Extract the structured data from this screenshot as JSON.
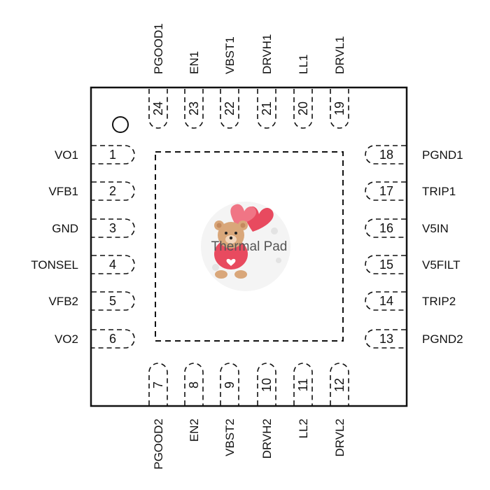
{
  "package": {
    "thermal_pad_label": "Thermal Pad"
  },
  "pins": {
    "left": [
      {
        "num": "1",
        "name": "VO1"
      },
      {
        "num": "2",
        "name": "VFB1"
      },
      {
        "num": "3",
        "name": "GND"
      },
      {
        "num": "4",
        "name": "TONSEL"
      },
      {
        "num": "5",
        "name": "VFB2"
      },
      {
        "num": "6",
        "name": "VO2"
      }
    ],
    "bottom": [
      {
        "num": "7",
        "name": "PGOOD2"
      },
      {
        "num": "8",
        "name": "EN2"
      },
      {
        "num": "9",
        "name": "VBST2"
      },
      {
        "num": "10",
        "name": "DRVH2"
      },
      {
        "num": "11",
        "name": "LL2"
      },
      {
        "num": "12",
        "name": "DRVL2"
      }
    ],
    "right": [
      {
        "num": "13",
        "name": "PGND2"
      },
      {
        "num": "14",
        "name": "TRIP2"
      },
      {
        "num": "15",
        "name": "V5FILT"
      },
      {
        "num": "16",
        "name": "V5IN"
      },
      {
        "num": "17",
        "name": "TRIP1"
      },
      {
        "num": "18",
        "name": "PGND1"
      }
    ],
    "top": [
      {
        "num": "19",
        "name": "DRVL1"
      },
      {
        "num": "20",
        "name": "LL1"
      },
      {
        "num": "21",
        "name": "DRVH1"
      },
      {
        "num": "22",
        "name": "VBST1"
      },
      {
        "num": "23",
        "name": "EN1"
      },
      {
        "num": "24",
        "name": "PGOOD1"
      }
    ]
  },
  "colors": {
    "outline": "#111111",
    "heart": "#e84a5f",
    "bear": "#d9a77a"
  }
}
